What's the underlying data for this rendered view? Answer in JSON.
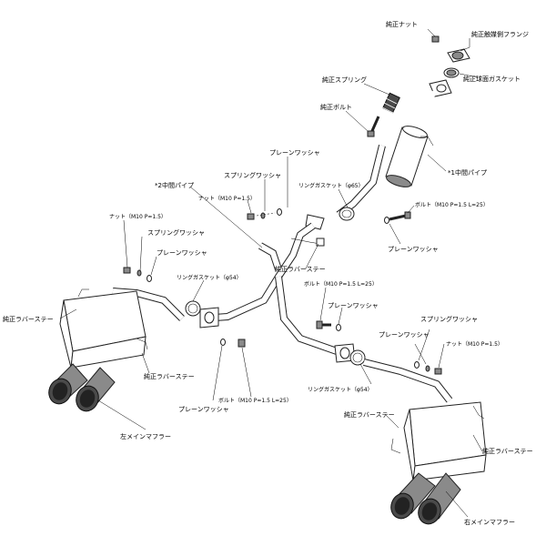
{
  "labels": {
    "stock_nut": "純正ナット",
    "stock_cat_flange": "純正触媒側フランジ",
    "stock_spherical_gasket": "純正球面ガスケット",
    "stock_spring": "純正スプリング",
    "stock_bolt": "純正ボルト",
    "mid_pipe_1": "*1中間パイプ",
    "plain_washer_top": "プレーンワッシャ",
    "spring_washer_top": "スプリングワッシャ",
    "mid_pipe_2": "*2中間パイプ",
    "nut_m10_top": "ナット（M10 P=1.5）",
    "ring_gasket_65": "リングガスケット（φ65）",
    "bolt_m10_l25_right": "ボルト（M10 P=1.5 L=25）",
    "plain_washer_right": "プレーンワッシャ",
    "nut_m10_left": "ナット（M10 P=1.5）",
    "spring_washer_left": "スプリングワッシャ",
    "plain_washer_left": "プレーンワッシャ",
    "ring_gasket_54_left": "リングガスケット（φ54）",
    "stock_rubber_stay_left": "純正ラバーステー",
    "stock_rubber_stay_left_lower": "純正ラバーステー",
    "stock_rubber_stay_center": "純正ラバーステー",
    "bolt_m10_l25_center": "ボルト（M10 P=1.5 L=25）",
    "plain_washer_center": "プレーンワッシャ",
    "spring_washer_right": "スプリングワッシャ",
    "plain_washer_right2": "プレーンワッシャ",
    "nut_m10_right": "ナット（M10 P=1.5）",
    "ring_gasket_54_center": "リングガスケット（φ54）",
    "stock_rubber_stay_right_top": "純正ラバーステー",
    "stock_rubber_stay_right": "純正ラバーステー",
    "plain_washer_bottom": "プレーンワッシャ",
    "bolt_m10_l25_bottom": "ボルト（M10 P=1.5 L=25）",
    "left_main_muffler": "左メインマフラー",
    "right_main_muffler": "右メインマフラー"
  }
}
